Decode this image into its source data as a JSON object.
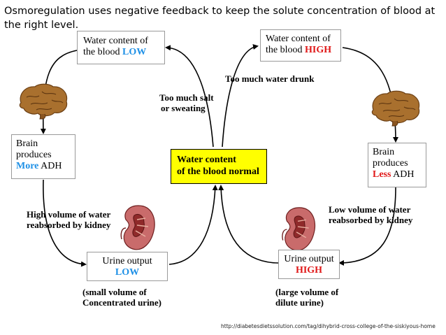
{
  "heading": "Osmoregulation uses negative feedback to keep the solute concentration of blood at the right level.",
  "center": {
    "line1": "Water content",
    "line2": "of the blood normal"
  },
  "left": {
    "blood_box": {
      "line1": "Water content of",
      "line2_prefix": "the blood ",
      "level": "LOW"
    },
    "trigger": {
      "line1": "Too much salt",
      "line2": "or sweating"
    },
    "brain_box": {
      "line1": "Brain",
      "line2": "produces",
      "amount": "More",
      "hormone": " ADH"
    },
    "reabsorb": {
      "line1": "High volume of water",
      "line2": "reabsorbed by kidney"
    },
    "urine_box": {
      "line1": "Urine output",
      "level": "LOW"
    },
    "urine_note": {
      "line1": "(small volume of",
      "line2": "Concentrated urine)"
    }
  },
  "right": {
    "blood_box": {
      "line1": "Water content of",
      "line2_prefix": "the blood ",
      "level": "HIGH"
    },
    "trigger": {
      "line1": "Too much water drunk"
    },
    "brain_box": {
      "line1": "Brain",
      "line2": "produces",
      "amount": "Less",
      "hormone": " ADH"
    },
    "reabsorb": {
      "line1": "Low volume of water",
      "line2": "reabsorbed by kidney"
    },
    "urine_box": {
      "line1": "Urine output",
      "level": "HIGH"
    },
    "urine_note": {
      "line1": "(large volume of",
      "line2": "dilute urine)"
    }
  },
  "source_url": "http://diabetesdietssolution.com/tag/dihybrid-cross-college-of-the-siskiyous-home",
  "colors": {
    "low_more": "#1e90e6",
    "high_less": "#e01818",
    "center_fill": "#ffff00"
  },
  "icons": {
    "brain": "brain-icon",
    "kidney": "kidney-icon"
  }
}
